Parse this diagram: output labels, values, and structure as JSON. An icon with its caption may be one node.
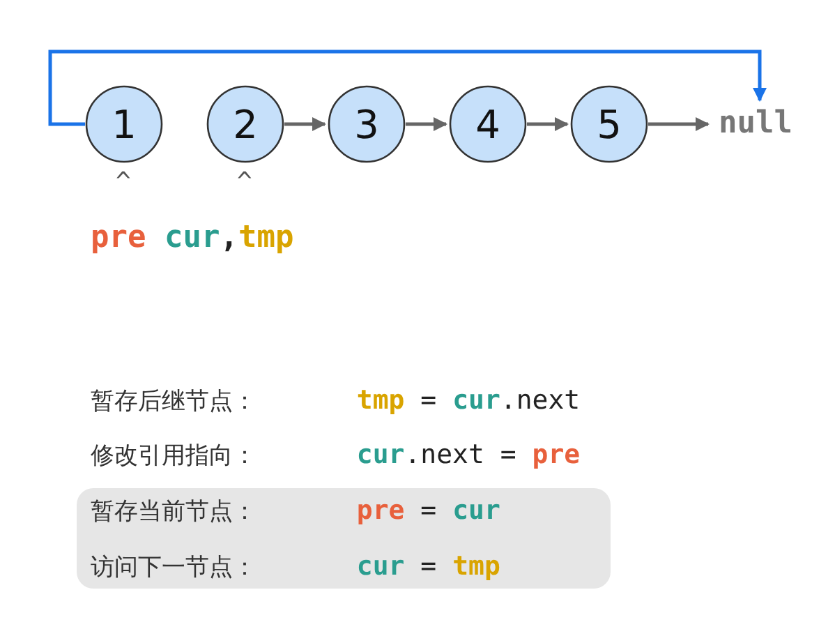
{
  "diagram": {
    "nodes": [
      {
        "text": [
          "1"
        ]
      },
      {
        "text": [
          "2"
        ]
      },
      {
        "text": [
          "3"
        ]
      },
      {
        "text": [
          "4"
        ]
      },
      {
        "text": [
          "5"
        ]
      },
      {
        "text": [
          "null"
        ]
      }
    ],
    "edges": [
      {
        "from": 0,
        "to": 5,
        "arrow": "to",
        "color": "#1a73e8"
      },
      {
        "from": 1,
        "to": 2,
        "arrow": "to"
      },
      {
        "from": 2,
        "to": 3,
        "arrow": "to"
      },
      {
        "from": 3,
        "to": 4,
        "arrow": "to"
      },
      {
        "from": 4,
        "to": 5,
        "arrow": "to"
      }
    ],
    "labels": [
      "^",
      "^",
      "pre",
      "cur",
      ",",
      "tmp",
      "暂存后继节点：",
      "tmp",
      "=",
      "cur",
      ".next",
      "修改引用指向：",
      "cur",
      ".next",
      "=",
      "pre",
      "暂存当前节点：",
      "pre",
      "=",
      "cur",
      "访问下一节点：",
      "cur",
      "=",
      "tmp"
    ]
  }
}
